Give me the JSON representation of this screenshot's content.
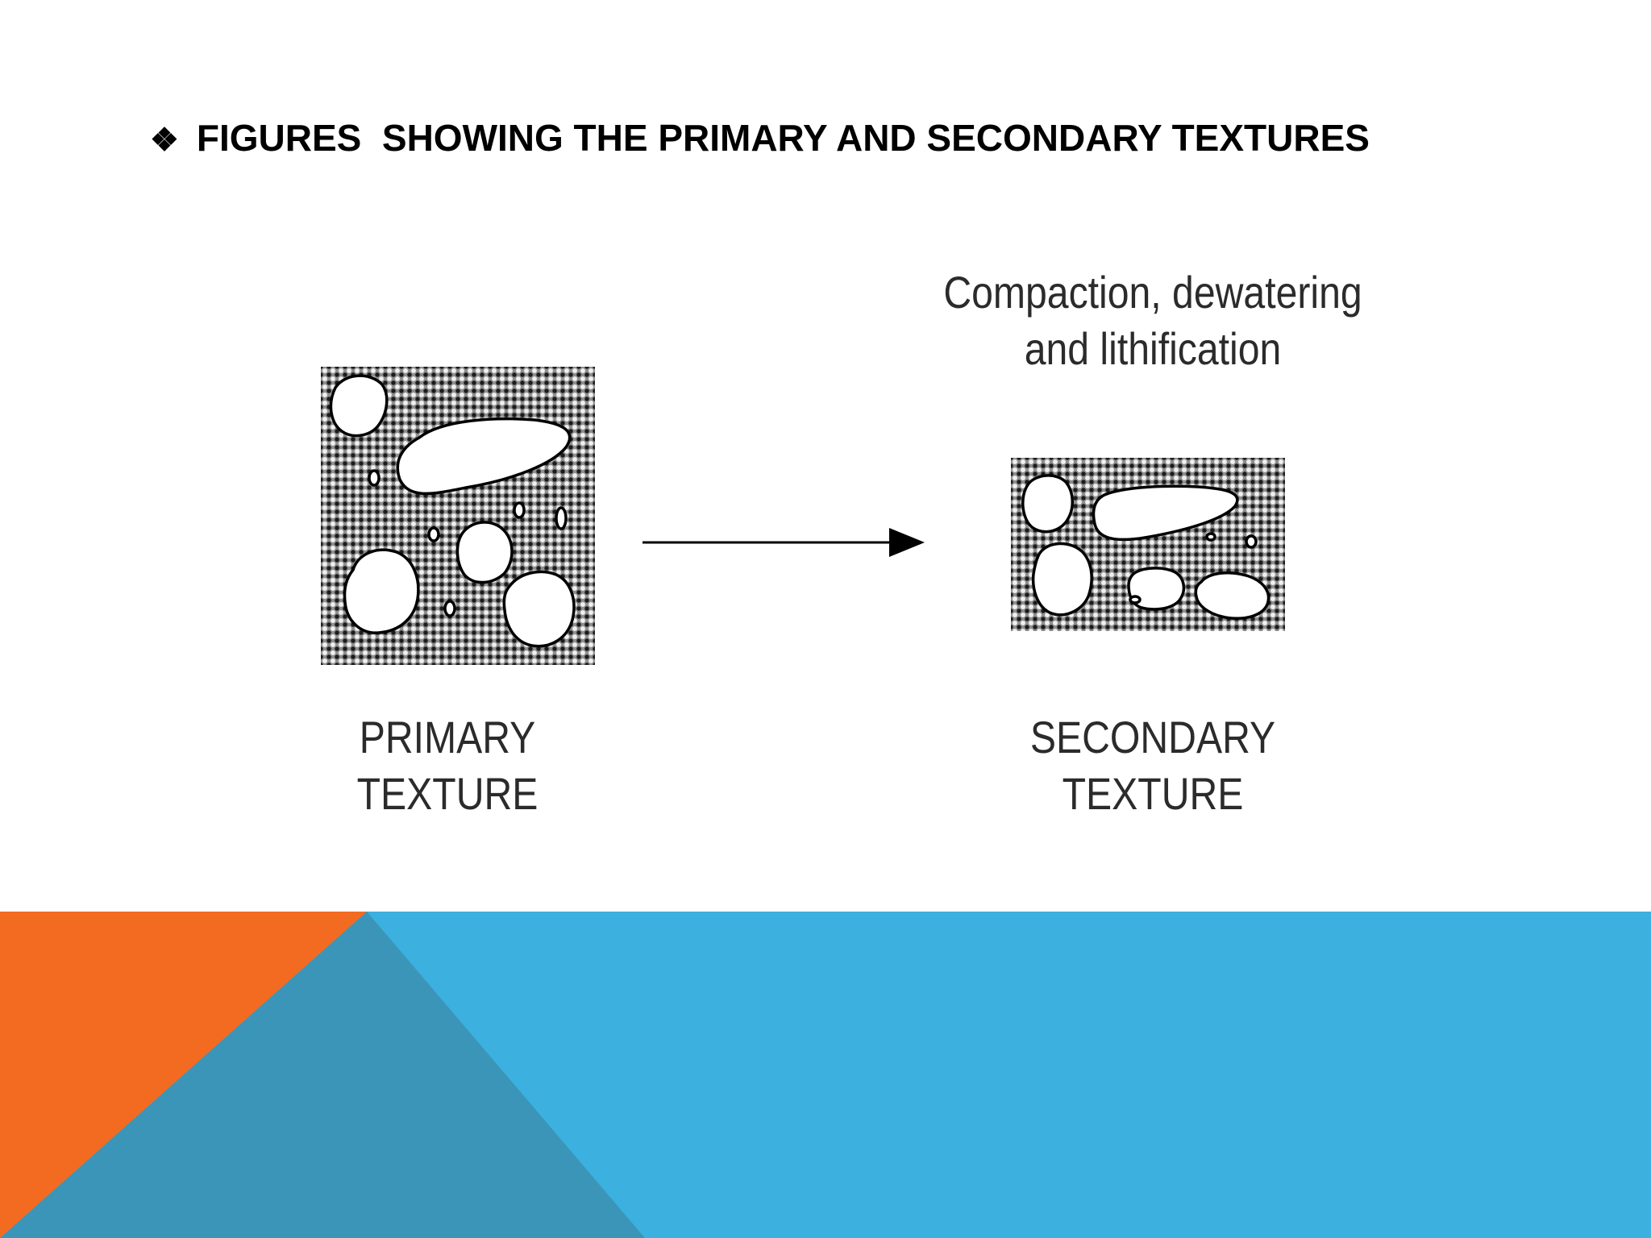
{
  "title": {
    "bullet": "❖",
    "text": "FIGURES  SHOWING THE PRIMARY AND SECONDARY TEXTURES"
  },
  "diagram": {
    "process_label": [
      "Compaction, dewatering",
      "and lithification"
    ],
    "primary_label": [
      "PRIMARY",
      "TEXTURE"
    ],
    "secondary_label": [
      "SECONDARY",
      "TEXTURE"
    ]
  },
  "colors": {
    "orange": "#F26B21",
    "teal": "#3B95B8",
    "sky": "#3CB0DE",
    "stipple_light": "#f0f0f0",
    "stipple_dark": "#1c1c1c"
  }
}
